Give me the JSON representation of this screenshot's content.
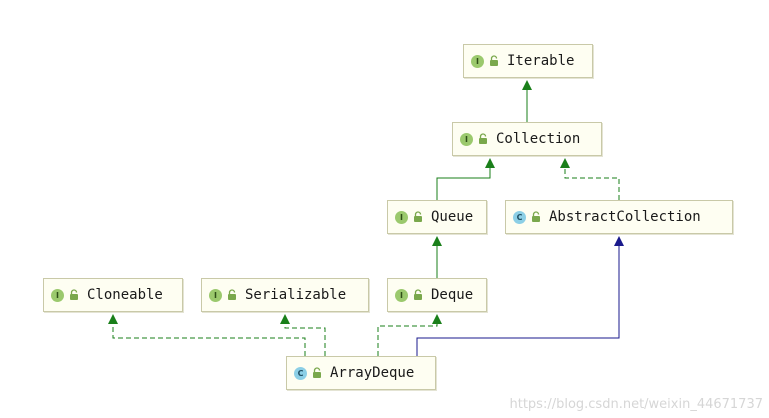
{
  "nodes": {
    "iterable": {
      "label": "Iterable",
      "kind": "interface",
      "badge": "I"
    },
    "collection": {
      "label": "Collection",
      "kind": "interface",
      "badge": "I"
    },
    "queue": {
      "label": "Queue",
      "kind": "interface",
      "badge": "I"
    },
    "abstract_collection": {
      "label": "AbstractCollection",
      "kind": "class",
      "badge": "C"
    },
    "cloneable": {
      "label": "Cloneable",
      "kind": "interface",
      "badge": "I"
    },
    "serializable": {
      "label": "Serializable",
      "kind": "interface",
      "badge": "I"
    },
    "deque": {
      "label": "Deque",
      "kind": "interface",
      "badge": "I"
    },
    "array_deque": {
      "label": "ArrayDeque",
      "kind": "class",
      "badge": "C"
    }
  },
  "edges": [
    {
      "from": "collection",
      "to": "iterable",
      "relation": "extends",
      "style": "solid",
      "color": "#1a7f1a"
    },
    {
      "from": "queue",
      "to": "collection",
      "relation": "extends",
      "style": "solid",
      "color": "#1a7f1a"
    },
    {
      "from": "abstract_collection",
      "to": "collection",
      "relation": "implements",
      "style": "dashed",
      "color": "#1a7f1a"
    },
    {
      "from": "deque",
      "to": "queue",
      "relation": "extends",
      "style": "solid",
      "color": "#1a7f1a"
    },
    {
      "from": "array_deque",
      "to": "cloneable",
      "relation": "implements",
      "style": "dashed",
      "color": "#1a7f1a"
    },
    {
      "from": "array_deque",
      "to": "serializable",
      "relation": "implements",
      "style": "dashed",
      "color": "#1a7f1a"
    },
    {
      "from": "array_deque",
      "to": "deque",
      "relation": "implements",
      "style": "dashed",
      "color": "#1a7f1a"
    },
    {
      "from": "array_deque",
      "to": "abstract_collection",
      "relation": "extends",
      "style": "solid",
      "color": "#1a1a8c"
    }
  ],
  "watermark": "https://blog.csdn.net/weixin_44671737"
}
